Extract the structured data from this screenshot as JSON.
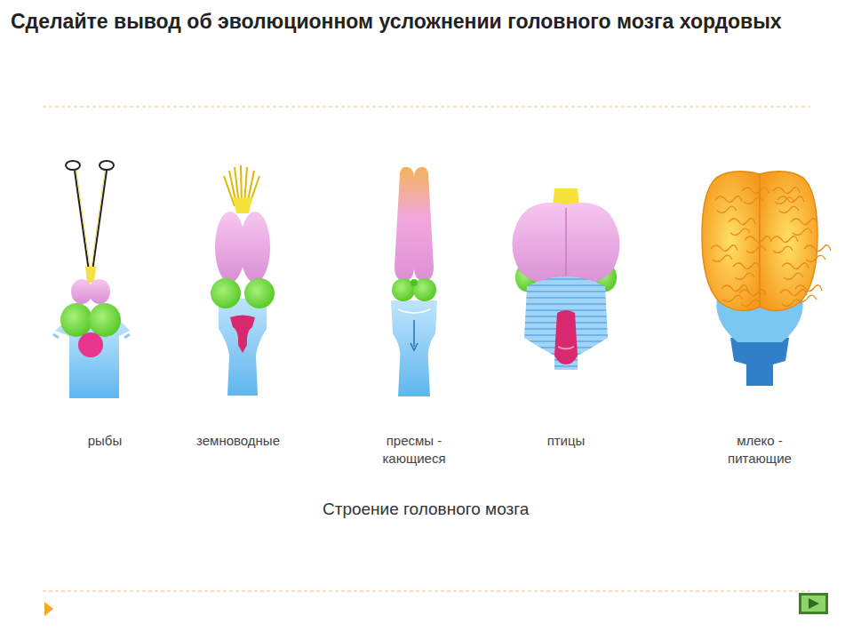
{
  "diagram": {
    "title": "Сделайте вывод об эволюционном усложнении головного мозга хордовых",
    "caption": "Строение головного мозга",
    "labels": [
      "рыбы",
      "земноводные",
      "пресмы - кающиеся",
      "птицы",
      "млеко - питающие"
    ]
  }
}
